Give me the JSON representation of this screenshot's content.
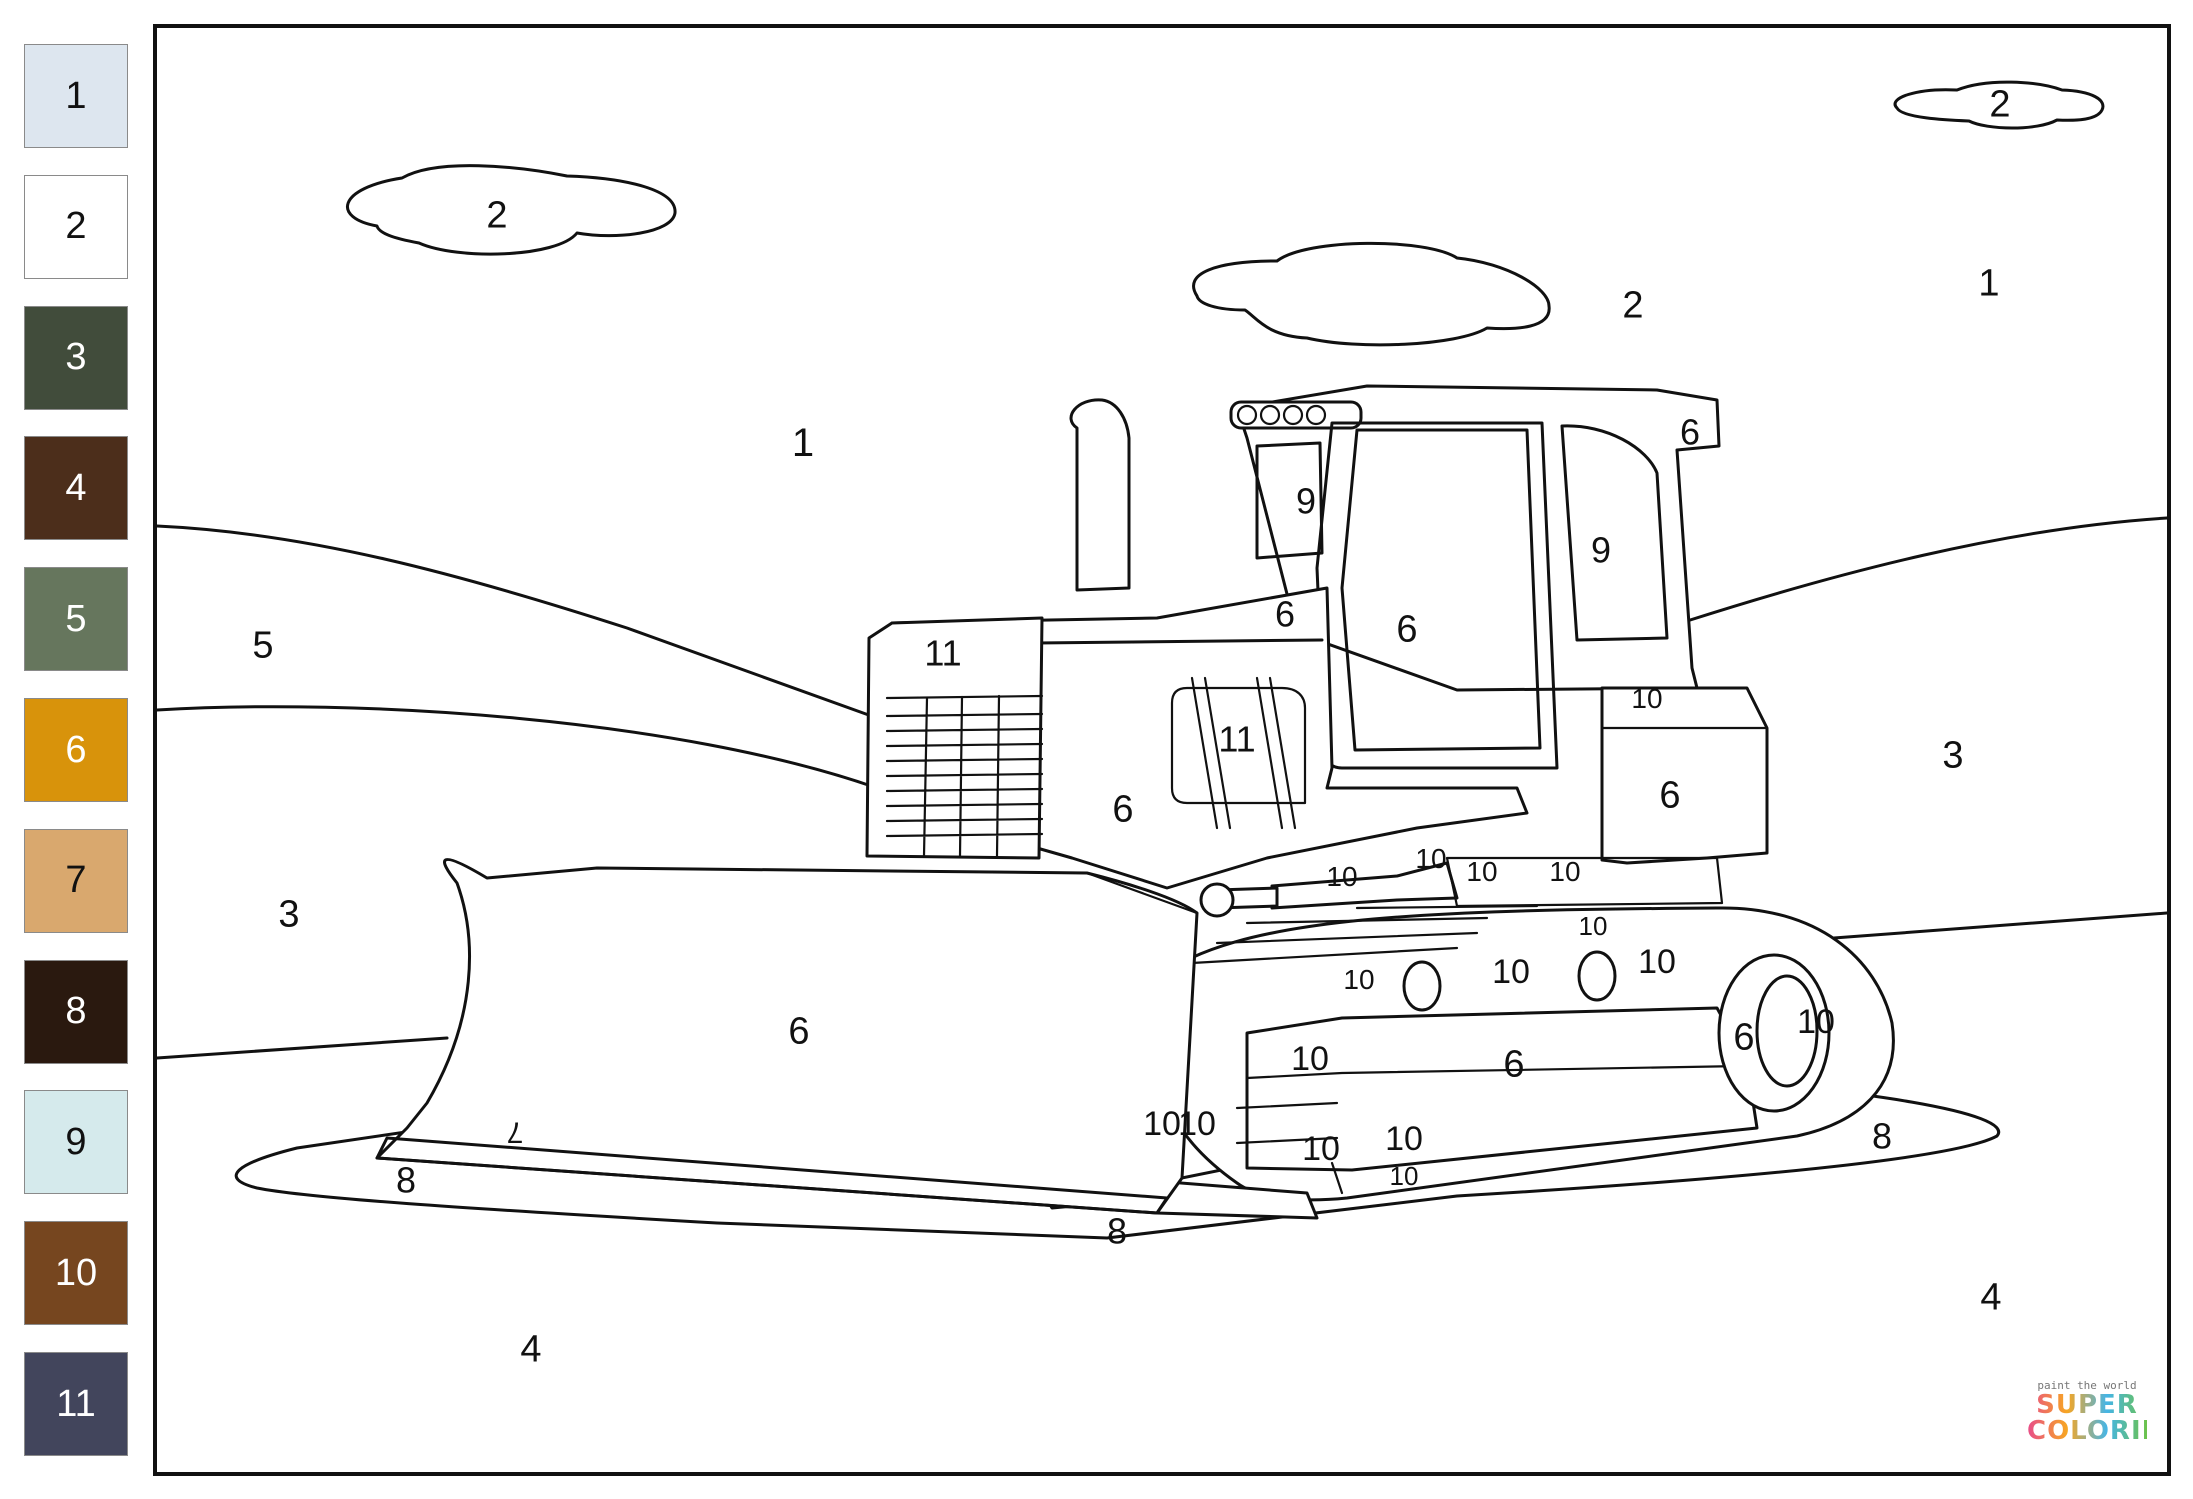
{
  "palette": [
    {
      "number": "1",
      "color": "#dde6ef"
    },
    {
      "number": "2",
      "color": "#ffffff"
    },
    {
      "number": "3",
      "color": "#414c3b"
    },
    {
      "number": "4",
      "color": "#4c2e1b"
    },
    {
      "number": "5",
      "color": "#66765d"
    },
    {
      "number": "6",
      "color": "#d8930b"
    },
    {
      "number": "7",
      "color": "#d9a86e"
    },
    {
      "number": "8",
      "color": "#2a190f"
    },
    {
      "number": "9",
      "color": "#d5eaec"
    },
    {
      "number": "10",
      "color": "#76461f"
    },
    {
      "number": "11",
      "color": "#42455c"
    }
  ],
  "region_labels": {
    "sky": "1",
    "sky_right": "1",
    "cloud_left": "2",
    "cloud_center": "2",
    "cloud_top_right": "2",
    "far_hill": "5",
    "near_hill_left": "3",
    "near_hill_right": "3",
    "ground_left": "4",
    "ground_right": "4",
    "shadow_left": "8",
    "shadow_center": "8",
    "shadow_right": "8",
    "blade_face": "6",
    "blade_edge": "7",
    "grille_top": "11",
    "side_vent": "11",
    "hood_side": "6",
    "hood_top": "6",
    "cab_door": "6",
    "cab_roof": "6",
    "rear_box": "6",
    "track_frame": "6",
    "sprocket": "6",
    "window_left": "9",
    "window_right": "9",
    "rear_box_top": "10",
    "cyl_a": "10",
    "cyl_b": "10",
    "cyl_c": "10",
    "cyl_d": "10",
    "track_top_a": "10",
    "track_top_b": "10",
    "track_top_c": "10",
    "track_top_d": "10",
    "track_side_left": "10",
    "track_rear": "10",
    "track_front_low": "10",
    "track_bottom_a": "10",
    "track_bottom_b": "10",
    "track_bottom_c": "10",
    "track_under_blade": "10"
  },
  "watermark": {
    "tagline": "paint the world",
    "line1": "SUPER",
    "line2": "COLORING"
  }
}
